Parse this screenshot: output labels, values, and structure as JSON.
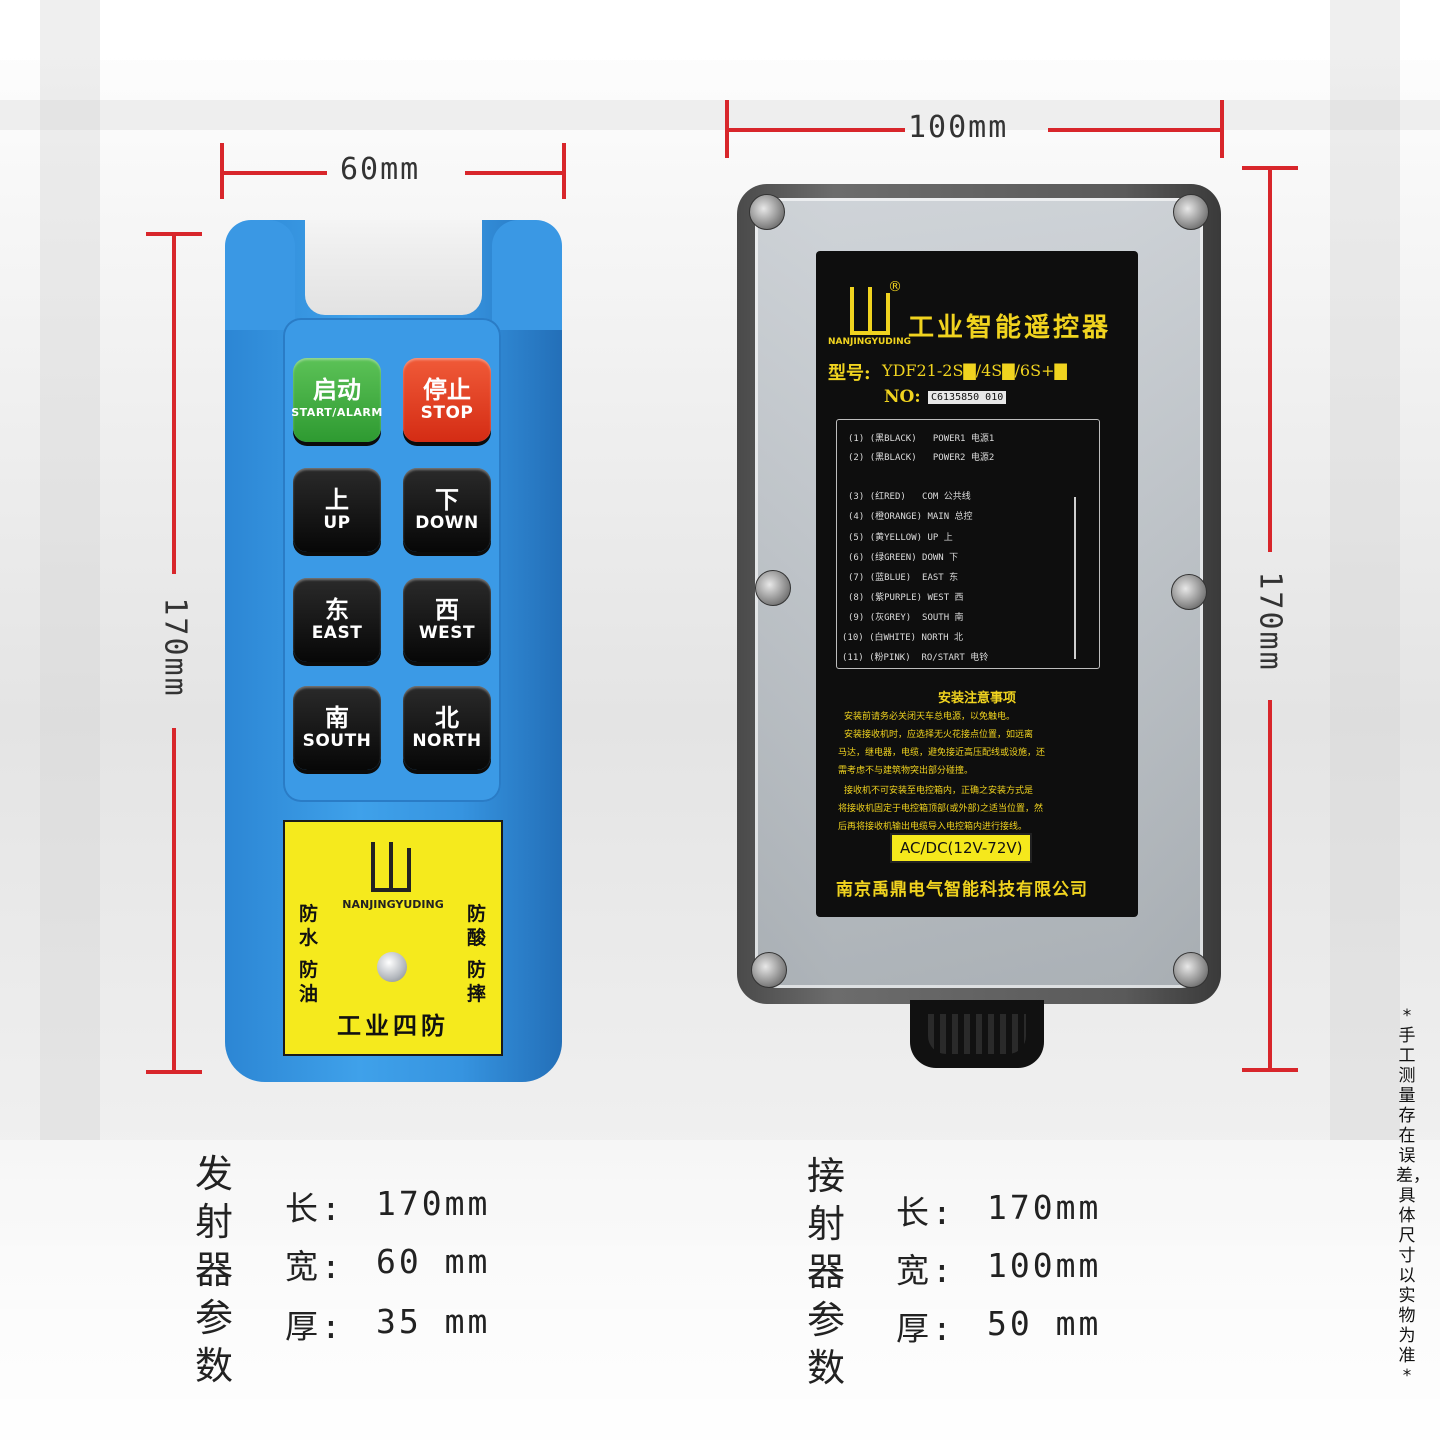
{
  "dimensions": {
    "tx_width": "60mm",
    "tx_height": "170mm",
    "rx_width": "100mm",
    "rx_height": "170mm"
  },
  "transmitter": {
    "buttons": [
      {
        "cn": "启动",
        "en": "START/ALARM",
        "color": "#3aa83a"
      },
      {
        "cn": "停止",
        "en": "STOP",
        "color": "#e23c1f"
      },
      {
        "cn": "上",
        "en": "UP",
        "color": "#111111"
      },
      {
        "cn": "下",
        "en": "DOWN",
        "color": "#111111"
      },
      {
        "cn": "东",
        "en": "EAST",
        "color": "#111111"
      },
      {
        "cn": "西",
        "en": "WEST",
        "color": "#111111"
      },
      {
        "cn": "南",
        "en": "SOUTH",
        "color": "#111111"
      },
      {
        "cn": "北",
        "en": "NORTH",
        "color": "#111111"
      }
    ],
    "brand": "NANJINGYUDING",
    "left_features": [
      "防水",
      "防油"
    ],
    "right_features": [
      "防酸",
      "防摔"
    ],
    "bottom_text": "工业四防",
    "shell_color": "#3594e0",
    "label_color": "#f5ea1d"
  },
  "receiver": {
    "trademark": "®",
    "brand": "NANJINGYUDING",
    "title": "工业智能遥控器",
    "model_label": "型号:",
    "model_value": "YDF21-2S▇/4S▇/6S+▇",
    "no_label": "NO:",
    "no_value": "C6135850 010",
    "wiring": [
      {
        "num": "(1)",
        "color": "(黑BLACK)",
        "func": "POWER1 电源1"
      },
      {
        "num": "(2)",
        "color": "(黑BLACK)",
        "func": "POWER2 电源2"
      },
      {
        "num": "(3)",
        "color": "(红RED)",
        "func": "COM 公共线"
      },
      {
        "num": "(4)",
        "color": "(橙ORANGE)",
        "func": "MAIN 总控"
      },
      {
        "num": "(5)",
        "color": "(黄YELLOW)",
        "func": "UP 上"
      },
      {
        "num": "(6)",
        "color": "(绿GREEN)",
        "func": "DOWN 下"
      },
      {
        "num": "(7)",
        "color": "(蓝BLUE)",
        "func": "EAST 东"
      },
      {
        "num": "(8)",
        "color": "(紫PURPLE)",
        "func": "WEST 西"
      },
      {
        "num": "(9)",
        "color": "(灰GREY)",
        "func": "SOUTH 南"
      },
      {
        "num": "(10)",
        "color": "(白WHITE)",
        "func": "NORTH 北"
      },
      {
        "num": "(11)",
        "color": "(粉PINK)",
        "func": "RO/START 电铃"
      }
    ],
    "notice_title": "安装注意事项",
    "notice_lines": [
      "安装前请务必关闭天车总电源，以免触电。",
      "安装接收机时，应选择无火花接点位置，如远离",
      "马达，继电器，电缆，避免接近高压配线或设施，还",
      "需考虑不与建筑物突出部分碰撞。",
      "接收机不可安装至电控箱内，正确之安装方式是",
      "将接收机固定于电控箱顶部(或外部)之适当位置，然",
      "后再将接收机输出电缆导入电控箱内进行接线。"
    ],
    "voltage": "AC/DC(12V-72V)",
    "company": "南京禹鼎电气智能科技有限公司"
  },
  "specs": {
    "tx_title": "发射器参数",
    "rx_title": "接射器参数",
    "tx_rows": [
      {
        "label": "长:",
        "value": "170mm"
      },
      {
        "label": "宽:",
        "value": "60 mm"
      },
      {
        "label": "厚:",
        "value": "35 mm"
      }
    ],
    "rx_rows": [
      {
        "label": "长:",
        "value": "170mm"
      },
      {
        "label": "宽:",
        "value": "100mm"
      },
      {
        "label": "厚:",
        "value": "50 mm"
      }
    ],
    "disclaimer": "*手工测量存在误差，具体尺寸以实物为准*"
  }
}
